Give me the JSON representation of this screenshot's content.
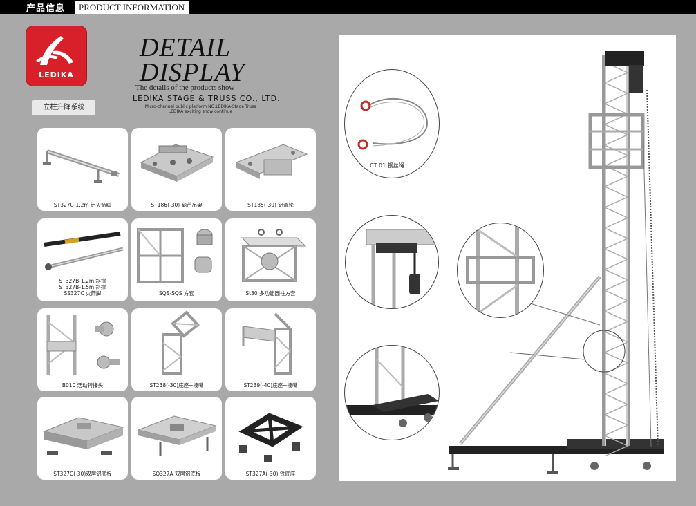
{
  "header": {
    "cn_title": "产品信息",
    "en_title": "PRODUCT INFORMATION"
  },
  "logo": {
    "brand": "LEDIKA"
  },
  "heading": {
    "line1": "DETAIL",
    "line2": "DISPLAY",
    "subtitle": "The details of the products show",
    "company": "LEDIKA STAGE & TRUSS CO., LTD.",
    "tagline1": "Micro-channel public platform NO:LEDIKA-Stage Truss",
    "tagline2": "LEDIKA exciting show continue"
  },
  "category": "立柱升降系统",
  "products": [
    {
      "label": "ST327C-1.2m 铝火箭脚"
    },
    {
      "label": "ST186(-30) 葫芦吊架"
    },
    {
      "label": "ST185(-30) 铝滑轮"
    },
    {
      "label1": "ST327B-1.2m 斜撑",
      "label2": "ST327B-1.5m 斜撑",
      "label3": "SS327C 火箭脚"
    },
    {
      "label": "SQS-SQS 方套"
    },
    {
      "label": "St30 多功能圆柱方套"
    },
    {
      "label": "B010 活动转接头"
    },
    {
      "label": "ST238(-30)底座+接嘴"
    },
    {
      "label": "ST239(-40)底座+接嘴"
    },
    {
      "label": "ST327C(-30)双层铝底板"
    },
    {
      "label": "SQ327A 双层铝底板"
    },
    {
      "label": "ST327A(-30) 铁底座"
    }
  ],
  "detail": {
    "callout_label": "CT 01 钢丝绳"
  },
  "colors": {
    "brand_red": "#d8202a",
    "background": "#a9a9a9",
    "bar": "#000000"
  }
}
